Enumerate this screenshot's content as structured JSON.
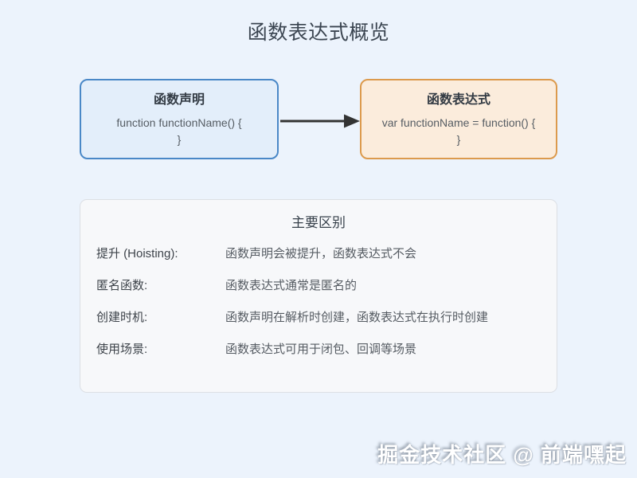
{
  "page": {
    "title": "函数表达式概览"
  },
  "colors": {
    "page_background": "#ecf3fc",
    "declaration_border": "#4a88c7",
    "declaration_background": "#e3eefa",
    "expression_border": "#dc9a4d",
    "expression_background": "#fbecdc",
    "panel_background": "#f7f8fa",
    "panel_border": "#dcdfe4",
    "arrow": "#333333",
    "title_text": "#3b4551",
    "body_text": "#555c63"
  },
  "nodes": {
    "declaration": {
      "title": "函数声明",
      "code_line1": "function functionName() {",
      "code_line2": "}"
    },
    "expression": {
      "title": "函数表达式",
      "code_line1": "var functionName = function() {",
      "code_line2": "}"
    }
  },
  "panel": {
    "title": "主要区别",
    "rows": [
      {
        "label": "提升 (Hoisting):",
        "value": "函数声明会被提升，函数表达式不会"
      },
      {
        "label": "匿名函数:",
        "value": "函数表达式通常是匿名的"
      },
      {
        "label": "创建时机:",
        "value": "函数声明在解析时创建，函数表达式在执行时创建"
      },
      {
        "label": "使用场景:",
        "value": "函数表达式可用于闭包、回调等场景"
      }
    ]
  },
  "watermark": {
    "text": "掘金技术社区 @ 前端嘿起"
  }
}
